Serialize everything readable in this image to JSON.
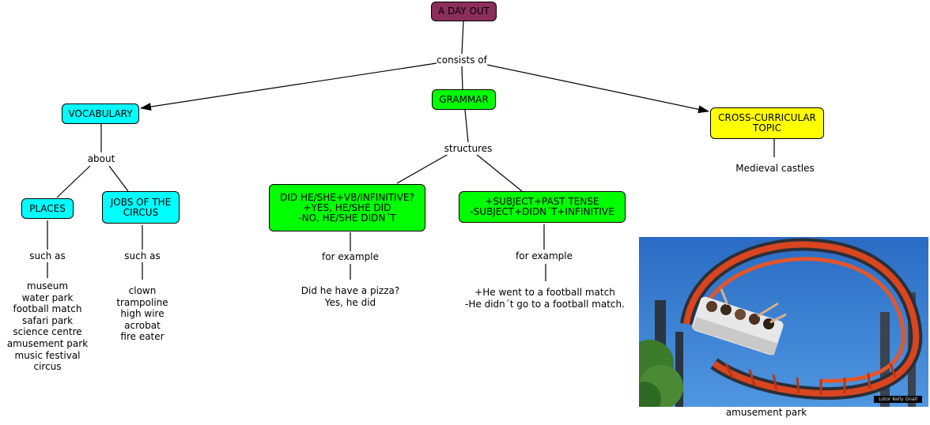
{
  "concepts": {
    "root": "A DAY OUT",
    "vocabulary": "VOCABULARY",
    "grammar": "GRAMMAR",
    "cross": "CROSS-CURRICULAR\nTOPIC",
    "places": "PLACES",
    "jobs": "JOBS OF THE\nCIRCUS",
    "didq": "DID HE/SHE+VB/INFINITIVE?\n+YES, HE/SHE DID\n-NO, HE/SHE DIDN´T",
    "subject": "+SUBJECT+PAST TENSE\n-SUBJECT+DIDN´T+INFINITIVE"
  },
  "labels": {
    "consists_of": "consists of",
    "about": "about",
    "structures": "structures",
    "such_as_places": "such as",
    "such_as_jobs": "such as",
    "for_example_did": "for example",
    "for_example_subject": "for example"
  },
  "leaves": {
    "places_list": "museum\nwater park\nfootball match\nsafari park\nscience centre\namusement park\nmusic festival\ncircus",
    "jobs_list": "clown\ntrampoline\nhigh wire\nacrobat\nfire eater",
    "did_example": "Did he have a pizza?\nYes, he did",
    "subject_example": "+He went to a football match\n-He didn´t go to a football match.",
    "medieval": "Medieval castles"
  },
  "image": {
    "caption": "amusement park",
    "credit": "Lotor Kelly Gnall"
  },
  "colors": {
    "root": "#8c2e5c",
    "cyan": "#00ffff",
    "green": "#00ff00",
    "yellow": "#ffff00",
    "sky": "#2f73c9",
    "track": "#d8451f"
  }
}
